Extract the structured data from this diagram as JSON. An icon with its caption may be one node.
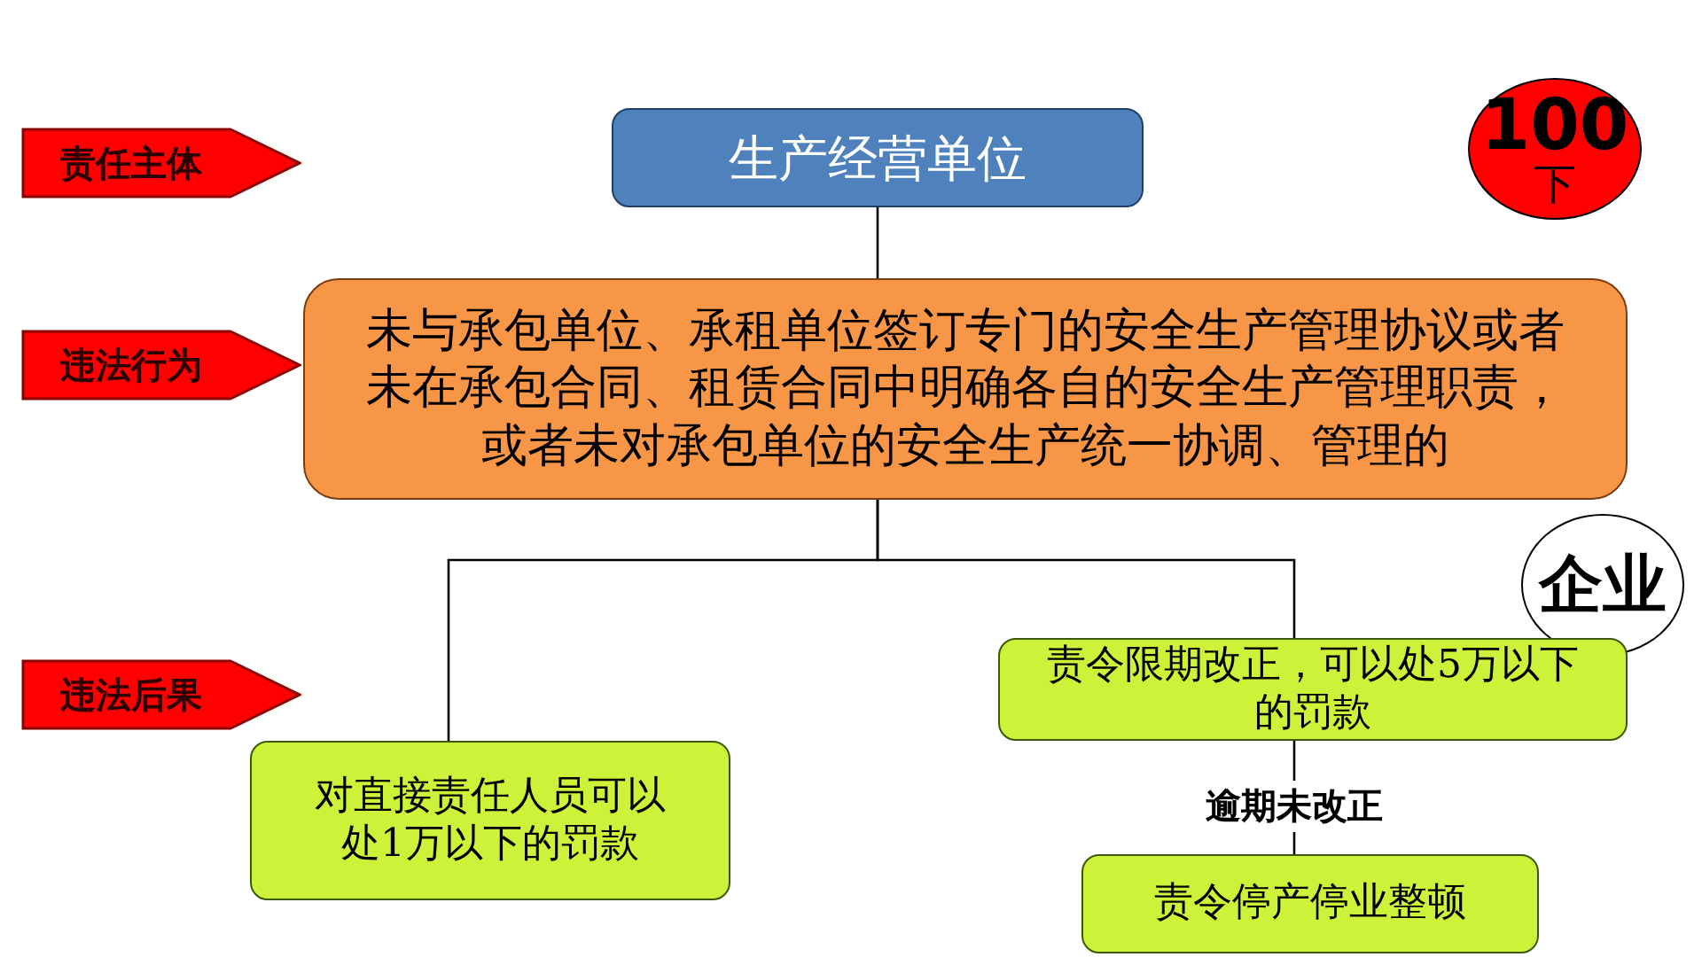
{
  "diagram": {
    "nodes": [
      {
        "text": [
          "责任主体"
        ]
      },
      {
        "text": [
          "生产经营单位"
        ]
      },
      {
        "text": [
          "100",
          "下"
        ]
      },
      {
        "text": [
          "违法行为"
        ]
      },
      {
        "text": [
          "未与承包单位、承租单位签订专门的安全生产管理协议或者未在承包合同、租赁合同中明确各自的安全生产管理职责，或者未对承包单位的安全生产统一协调、管理的"
        ]
      },
      {
        "text": [
          "企业"
        ]
      },
      {
        "text": [
          "违法后果"
        ]
      },
      {
        "text": [
          "责令限期改正，可以处5万以下的罚款"
        ]
      },
      {
        "text": [
          "对直接责任人员可以处1万以下的罚款"
        ]
      },
      {
        "text": [
          "责令停产停业整顿"
        ]
      }
    ],
    "edges": [
      {
        "from": 1,
        "to": 4,
        "arrow": "none"
      },
      {
        "from": 4,
        "to": 8,
        "arrow": "none"
      },
      {
        "from": 4,
        "to": 7,
        "arrow": "none"
      },
      {
        "from": 7,
        "to": 9,
        "arrow": "none",
        "label": "逾期未改正"
      }
    ]
  }
}
